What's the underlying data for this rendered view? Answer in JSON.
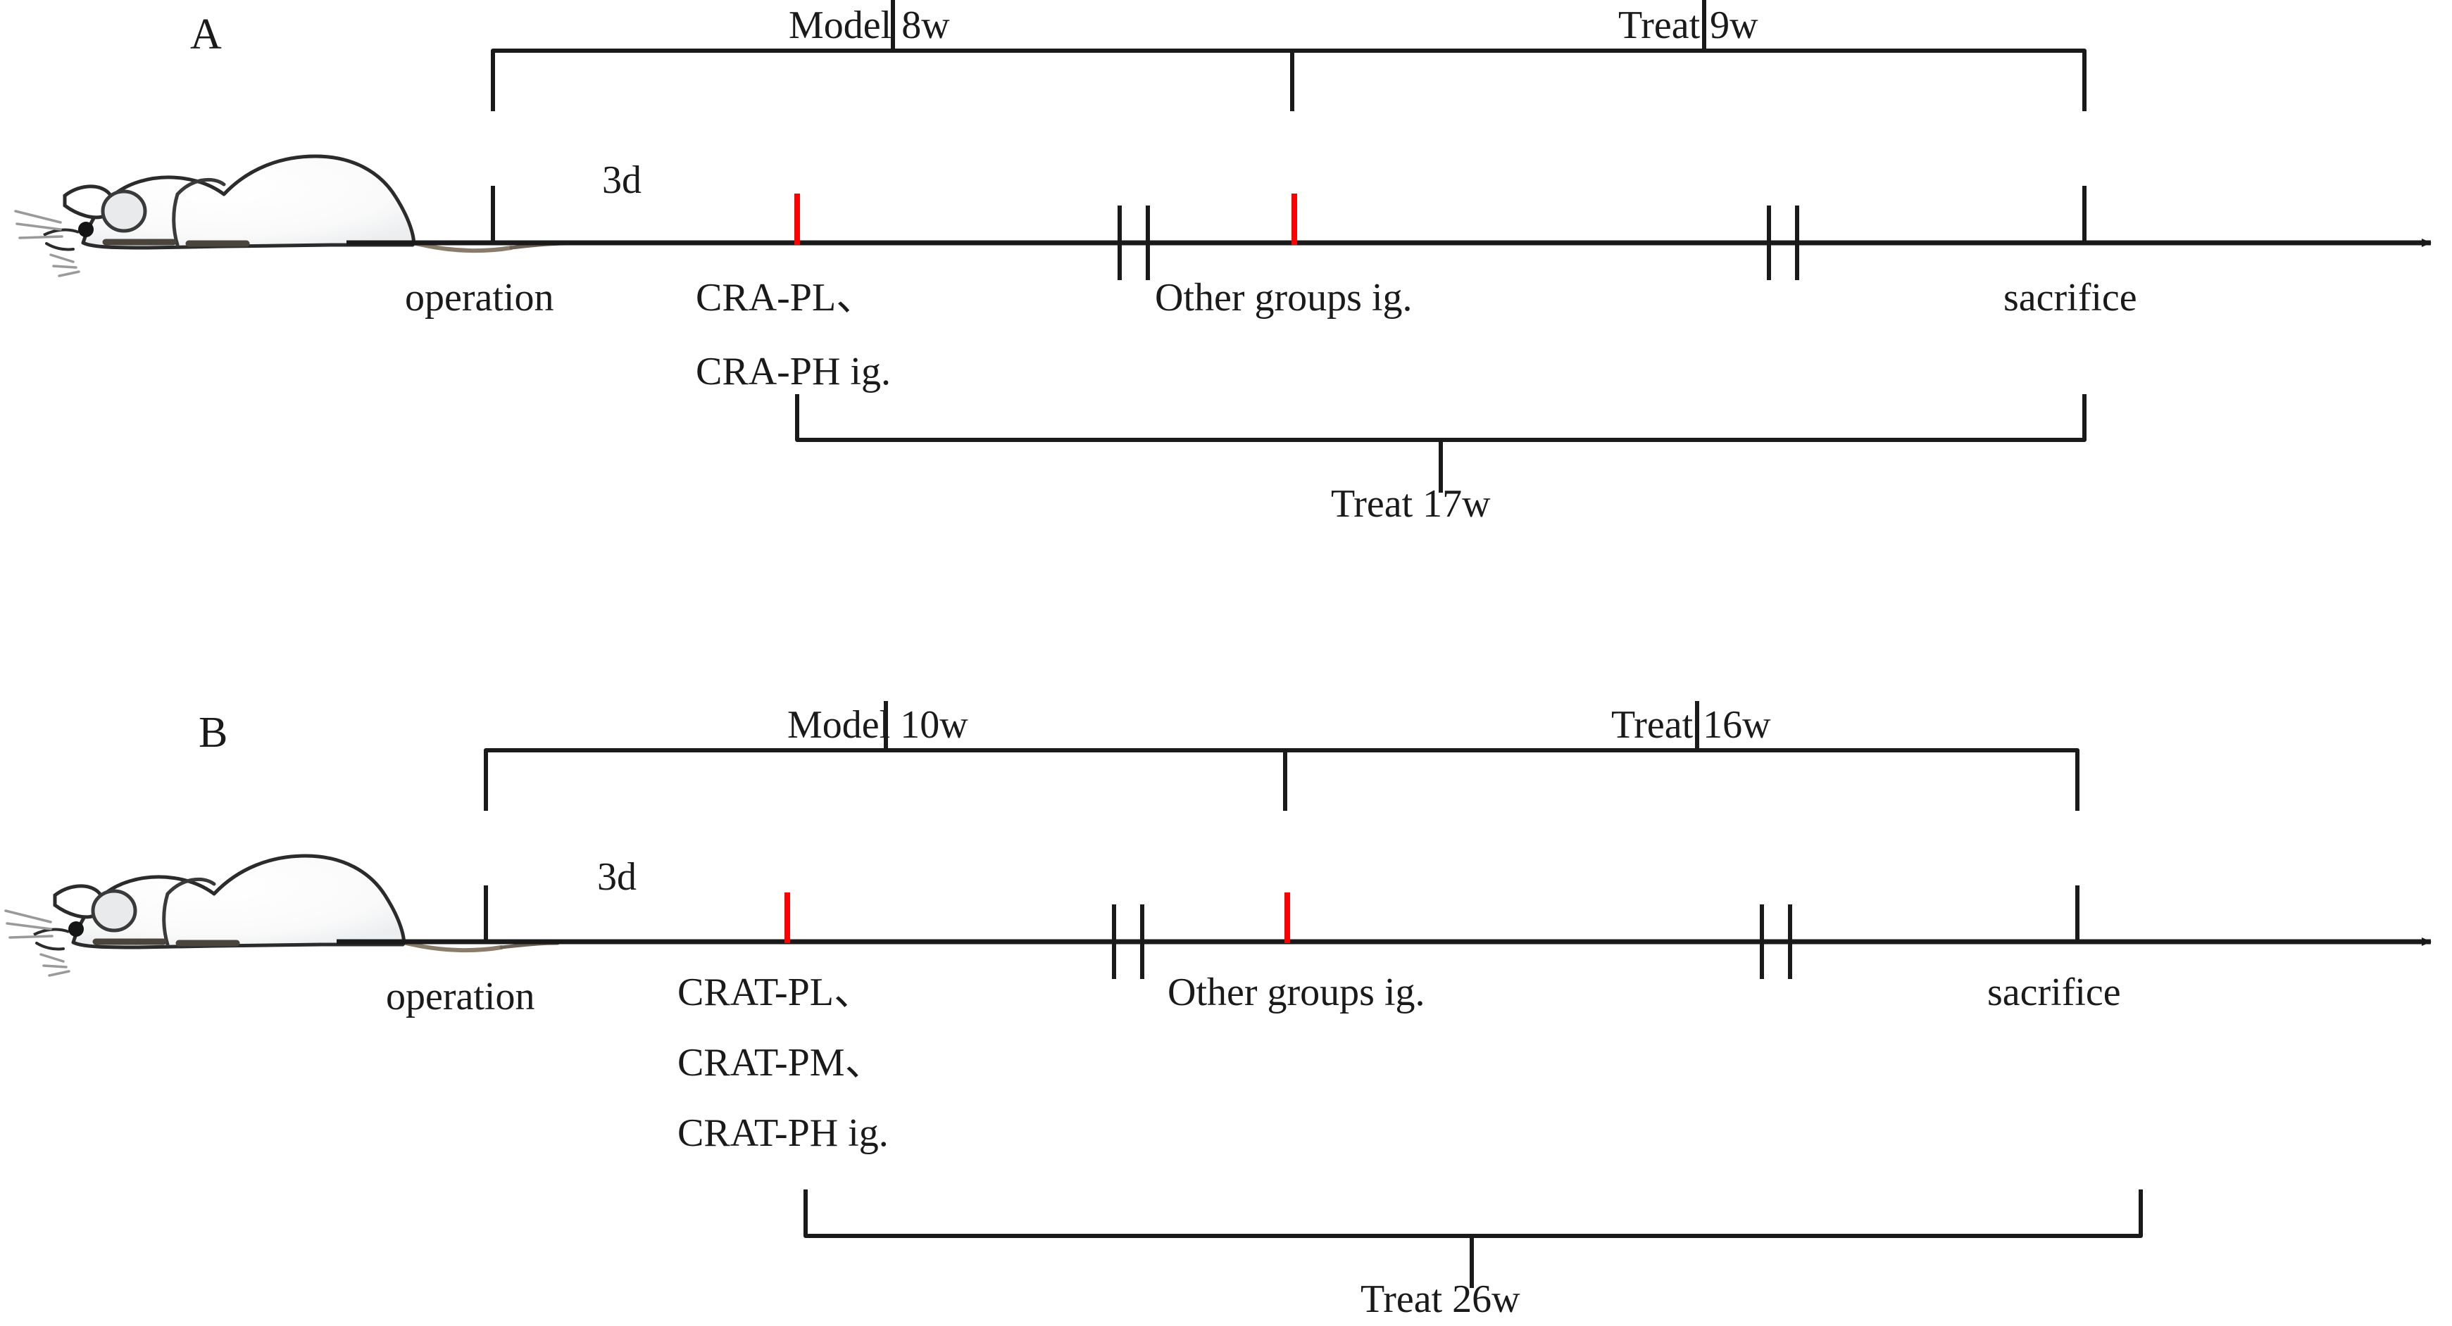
{
  "figure": {
    "type": "experimental-timeline-diagram",
    "background": "#ffffff",
    "ink": "#1a1a1a",
    "accent": "#ff0000"
  },
  "panels": [
    {
      "letter": "A",
      "animal": "mouse-illustration",
      "top_brackets": [
        {
          "label": "Model 8w"
        },
        {
          "label": "Treat 9w"
        }
      ],
      "bottom_bracket": {
        "label": "Treat 17w"
      },
      "interval_label": "3d",
      "axis_ticks": [
        {
          "label": "operation"
        },
        {
          "label": "sacrifice"
        }
      ],
      "event_markers": [
        {
          "label_lines": [
            "CRA-PL、",
            "CRA-PH ig."
          ],
          "color": "#ff0000"
        },
        {
          "label_lines": [
            "Other groups ig."
          ],
          "color": "#ff0000"
        }
      ],
      "axis_breaks": 2
    },
    {
      "letter": "B",
      "animal": "mouse-illustration",
      "top_brackets": [
        {
          "label": "Model 10w"
        },
        {
          "label": "Treat 16w"
        }
      ],
      "bottom_bracket": {
        "label": "Treat 26w"
      },
      "interval_label": "3d",
      "axis_ticks": [
        {
          "label": "operation"
        },
        {
          "label": "sacrifice"
        }
      ],
      "event_markers": [
        {
          "label_lines": [
            "CRAT-PL、",
            "CRAT-PM、",
            "CRAT-PH ig."
          ],
          "color": "#ff0000"
        },
        {
          "label_lines": [
            "Other groups ig."
          ],
          "color": "#ff0000"
        }
      ],
      "axis_breaks": 2
    }
  ],
  "panelA": {
    "letter": "A",
    "model_label": "Model 8w",
    "treat_label": "Treat 9w",
    "treat_total_label": "Treat 17w",
    "interval_label": "3d",
    "operation_label": "operation",
    "sacrifice_label": "sacrifice",
    "drug_line1": "CRA-PL、",
    "drug_line2": "CRA-PH ig.",
    "other_groups_label": "Other groups ig."
  },
  "panelB": {
    "letter": "B",
    "model_label": "Model 10w",
    "treat_label": "Treat 16w",
    "treat_total_label": "Treat 26w",
    "interval_label": "3d",
    "operation_label": "operation",
    "sacrifice_label": "sacrifice",
    "drug_line1": "CRAT-PL、",
    "drug_line2": "CRAT-PM、",
    "drug_line3": "CRAT-PH ig.",
    "other_groups_label": "Other groups ig."
  }
}
